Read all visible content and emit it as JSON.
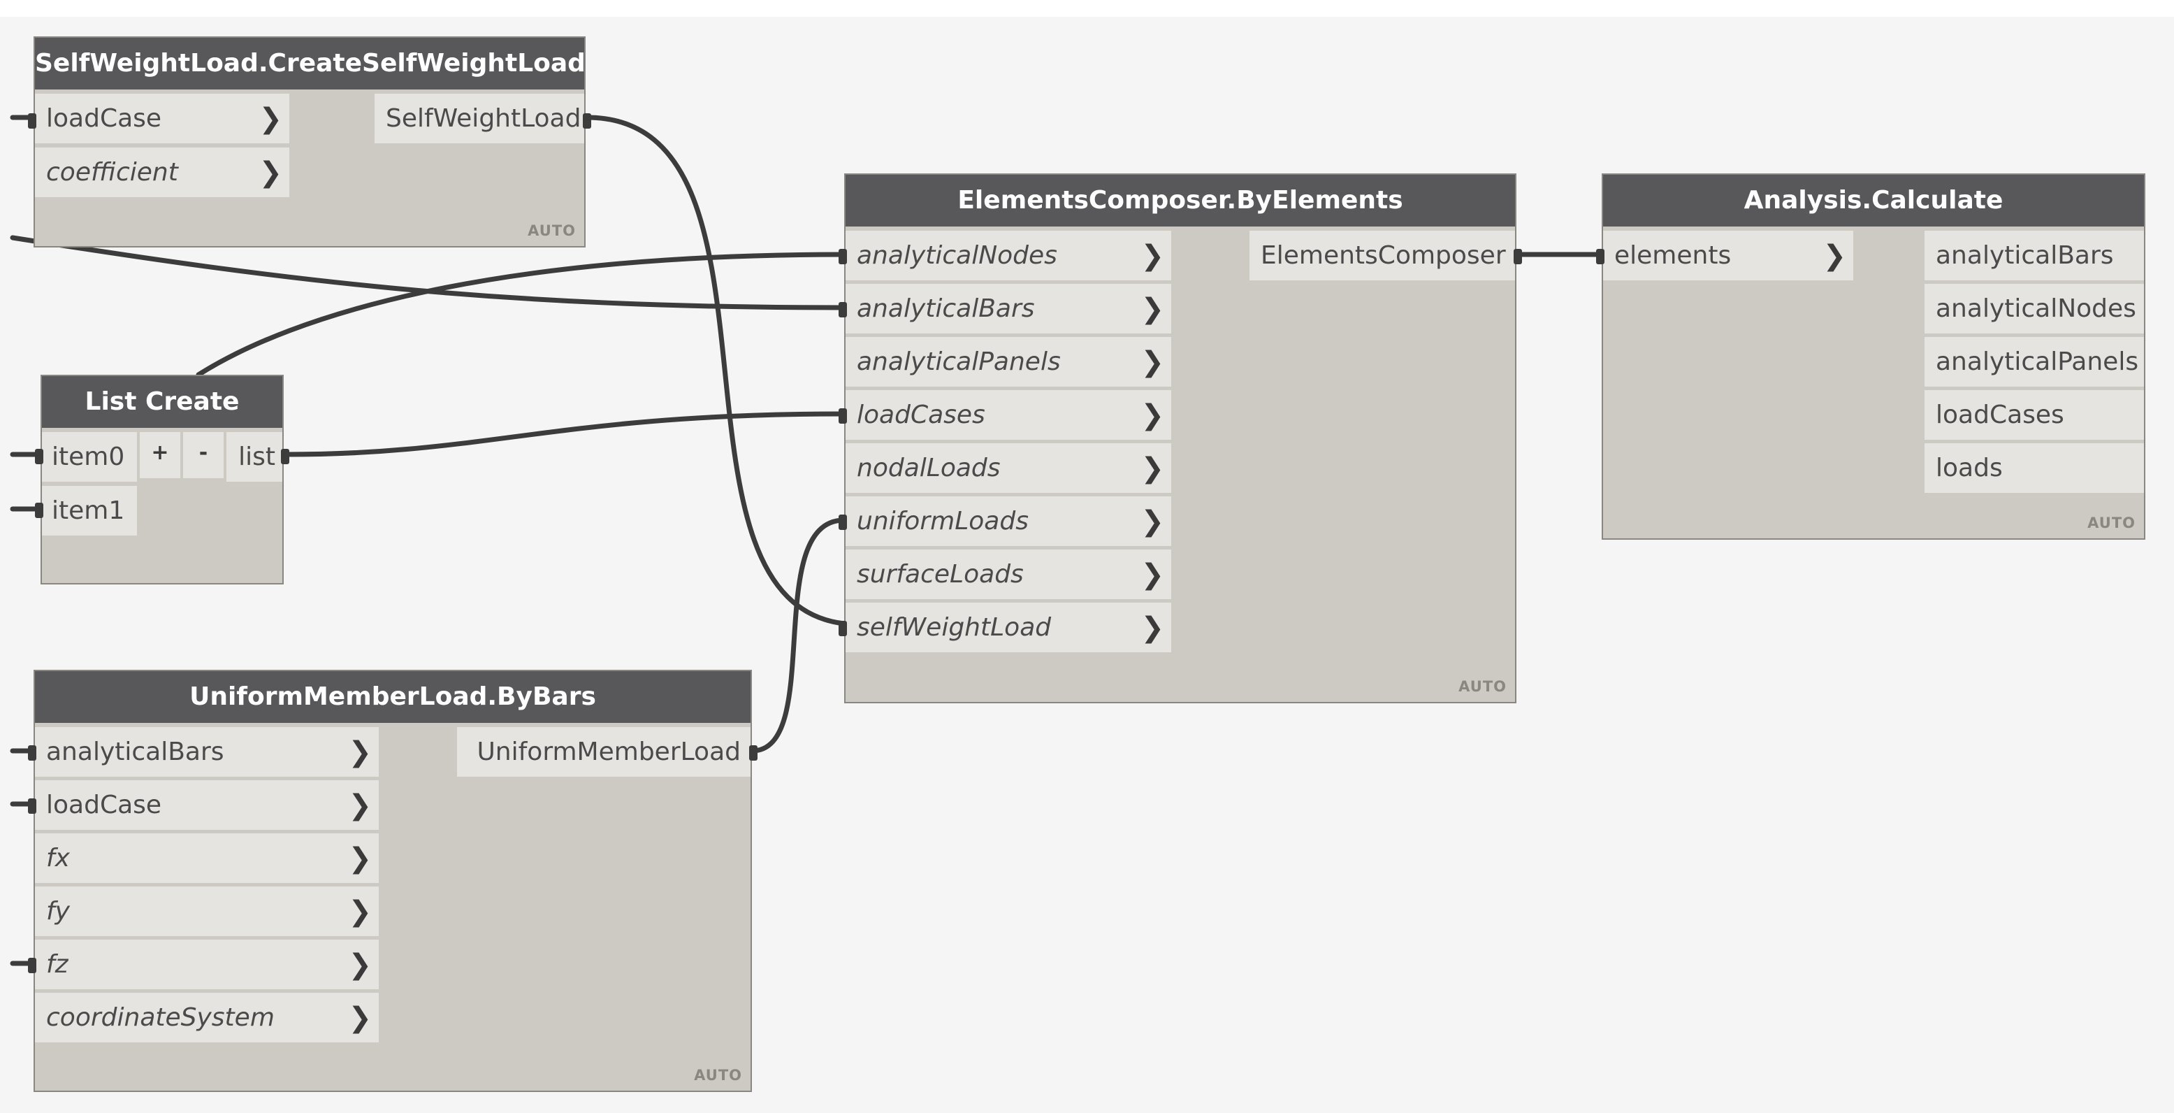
{
  "nodes": {
    "self_weight": {
      "title": "SelfWeightLoad.CreateSelfWeightLoad",
      "inputs": [
        {
          "label": "loadCase",
          "optional": false
        },
        {
          "label": "coefficient",
          "optional": true
        }
      ],
      "output": "SelfWeightLoad",
      "mode": "AUTO"
    },
    "list_create": {
      "title": "List Create",
      "inputs": [
        {
          "label": "item0"
        },
        {
          "label": "item1"
        }
      ],
      "add_label": "+",
      "remove_label": "-",
      "output": "list"
    },
    "uniform_member": {
      "title": "UniformMemberLoad.ByBars",
      "inputs": [
        {
          "label": "analyticalBars",
          "optional": false
        },
        {
          "label": "loadCase",
          "optional": false
        },
        {
          "label": "fx",
          "optional": true
        },
        {
          "label": "fy",
          "optional": true
        },
        {
          "label": "fz",
          "optional": true
        },
        {
          "label": "coordinateSystem",
          "optional": true
        }
      ],
      "output": "UniformMemberLoad",
      "mode": "AUTO"
    },
    "elements_composer": {
      "title": "ElementsComposer.ByElements",
      "inputs": [
        {
          "label": "analyticalNodes",
          "optional": true
        },
        {
          "label": "analyticalBars",
          "optional": true
        },
        {
          "label": "analyticalPanels",
          "optional": true
        },
        {
          "label": "loadCases",
          "optional": true
        },
        {
          "label": "nodalLoads",
          "optional": true
        },
        {
          "label": "uniformLoads",
          "optional": true
        },
        {
          "label": "surfaceLoads",
          "optional": true
        },
        {
          "label": "selfWeightLoad",
          "optional": true
        }
      ],
      "output": "ElementsComposer",
      "mode": "AUTO"
    },
    "analysis": {
      "title": "Analysis.Calculate",
      "inputs": [
        {
          "label": "elements",
          "optional": false
        }
      ],
      "outputs": [
        "analyticalBars",
        "analyticalNodes",
        "analyticalPanels",
        "loadCases",
        "loads"
      ],
      "mode": "AUTO"
    }
  },
  "icons": {
    "input_arrow": "chevron-right-icon",
    "connector": "port-connector-icon"
  },
  "colors": {
    "title_bar": "#58575a",
    "node_body": "#cdc9c3",
    "port": "#e6e4e1",
    "wire": "#3c3c3c",
    "canvas": "#f5f5f5"
  }
}
